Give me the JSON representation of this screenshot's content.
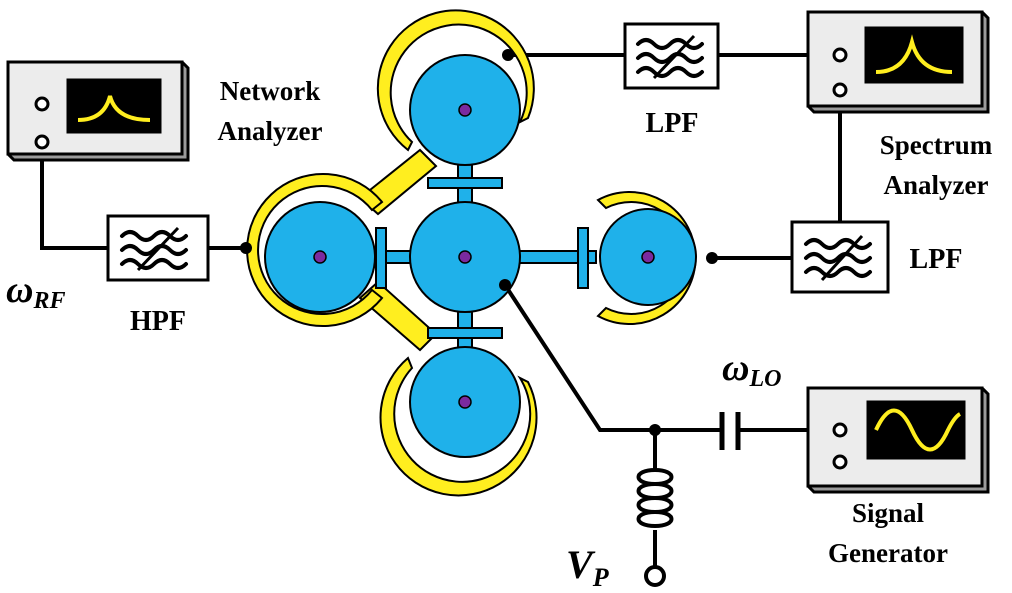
{
  "labels": {
    "network_analyzer_line1": "Network",
    "network_analyzer_line2": "Analyzer",
    "spectrum_analyzer_line1": "Spectrum",
    "spectrum_analyzer_line2": "Analyzer",
    "signal_generator_line1": "Signal",
    "signal_generator_line2": "Generator",
    "hpf": "HPF",
    "lpf_top": "LPF",
    "lpf_right": "LPF",
    "omega": "ω",
    "rf_sub": "RF",
    "lo_sub": "LO",
    "vp_main": "V",
    "vp_sub": "P"
  },
  "colors": {
    "electrode_gold": "#ffee1f",
    "resonator_blue": "#1fb1ea",
    "center_dot": "#7a2a9f",
    "screen_trace": "#ffee1f"
  },
  "icons": {
    "filter": "filter-wave-icon",
    "inductor": "coil-icon",
    "capacitor": "capacitor-icon"
  }
}
